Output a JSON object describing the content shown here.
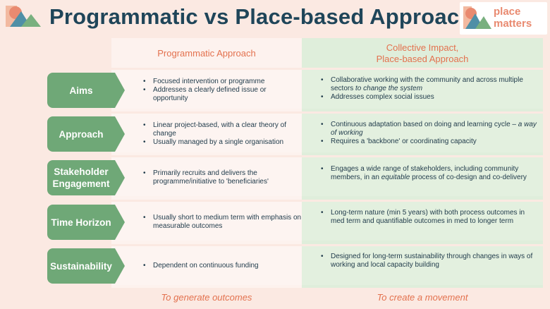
{
  "title": "Programmatic vs Place-based Approach",
  "logo": {
    "line1": "place",
    "line2": "matters"
  },
  "columns": {
    "left": "Programmatic Approach",
    "right_line1": "Collective Impact,",
    "right_line2": "Place-based Approach"
  },
  "rows": [
    {
      "label": "Aims",
      "left": [
        "Focused intervention or programme",
        "Addresses a clearly defined issue or opportunity"
      ],
      "right": [
        {
          "pre": "Collaborative working with the community and across multiple sectors ",
          "em": "to change the system",
          "post": ""
        },
        {
          "pre": "Addresses complex social issues",
          "em": "",
          "post": ""
        }
      ]
    },
    {
      "label": "Approach",
      "left": [
        "Linear project-based, with a clear theory of change",
        "Usually managed by a single organisation"
      ],
      "right": [
        {
          "pre": "Continuous adaptation based on doing and learning cycle – ",
          "em": "a way of working",
          "post": ""
        },
        {
          "pre": "Requires a 'backbone' or coordinating capacity",
          "em": "",
          "post": ""
        }
      ]
    },
    {
      "label": "Stakeholder Engagement",
      "left": [
        "Primarily recruits and delivers the programme/initiative to 'beneficiaries'"
      ],
      "right": [
        {
          "pre": "Engages a wide range of stakeholders, including community members, in an ",
          "em": "equitable",
          "post": " process of co-design and co-delivery"
        }
      ]
    },
    {
      "label": "Time Horizon",
      "left": [
        "Usually short to medium term with emphasis on measurable outcomes"
      ],
      "right": [
        {
          "pre": "Long-term nature (min 5 years) with both process outcomes in med term and quantifiable outcomes in med to longer term",
          "em": "",
          "post": ""
        }
      ]
    },
    {
      "label": "Sustainability",
      "left": [
        "Dependent on continuous funding"
      ],
      "right": [
        {
          "pre": "Designed for long-term sustainability through changes in ways of working and local capacity building",
          "em": "",
          "post": ""
        }
      ]
    }
  ],
  "footer": {
    "left": "To generate outcomes",
    "right": "To create a movement"
  },
  "colors": {
    "title": "#1f4559",
    "accent": "#e3714e",
    "label_green": "#6fa877",
    "right_column": "#dfeedb",
    "background": "#fbe9e2"
  }
}
